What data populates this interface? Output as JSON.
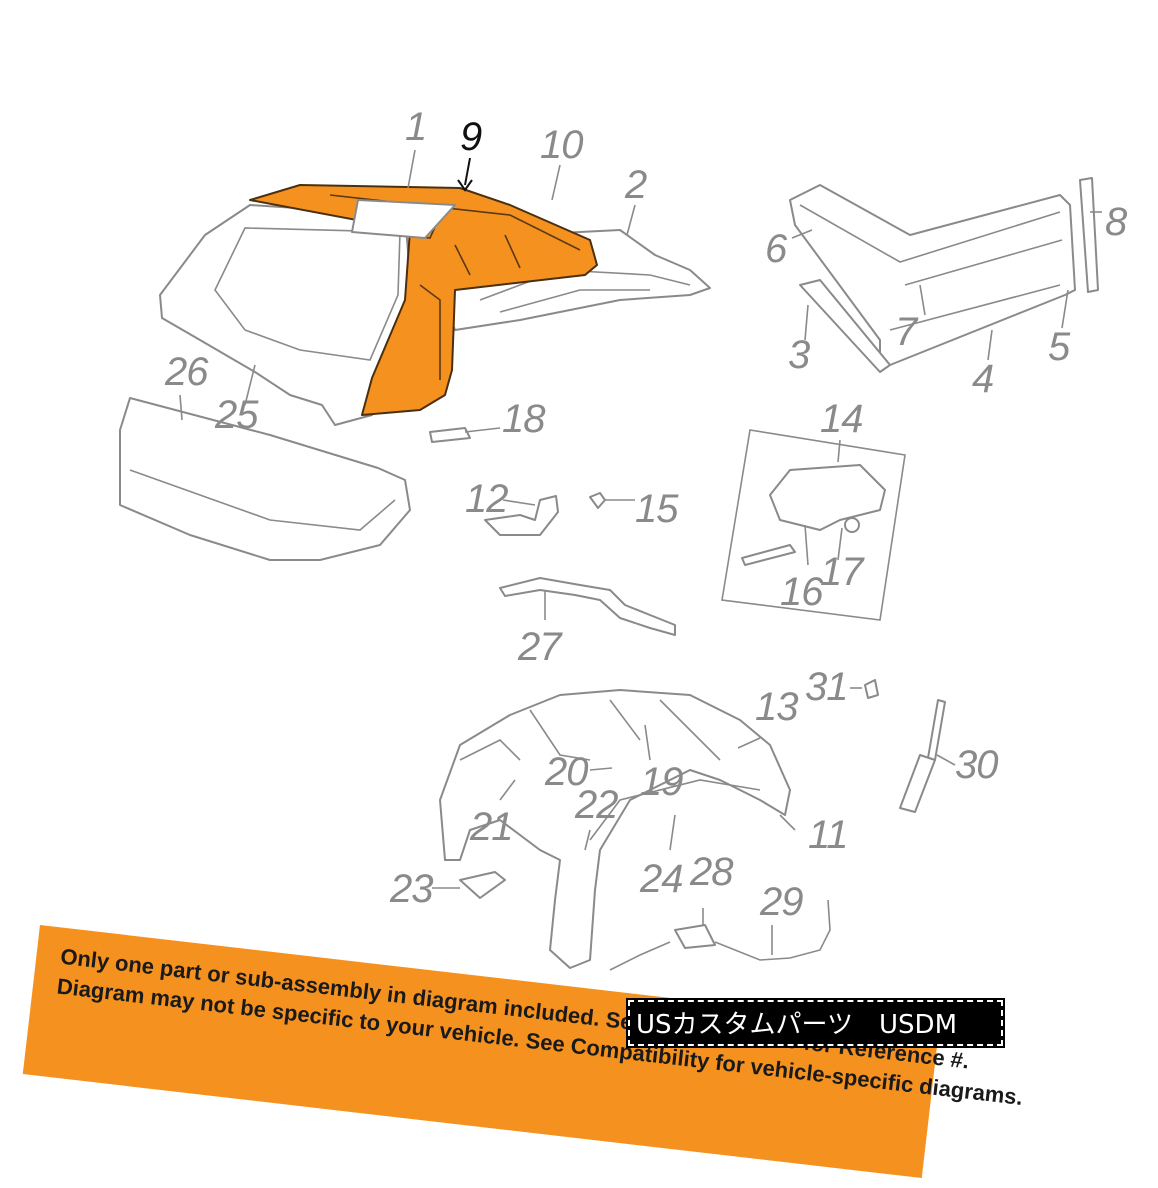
{
  "callouts": {
    "c1": "1",
    "c2": "2",
    "c3": "3",
    "c4": "4",
    "c5": "5",
    "c6": "6",
    "c7": "7",
    "c8": "8",
    "c9": "9",
    "c10": "10",
    "c11": "11",
    "c12": "12",
    "c13": "13",
    "c14": "14",
    "c15": "15",
    "c16": "16",
    "c17": "17",
    "c18": "18",
    "c19": "19",
    "c20": "20",
    "c21": "21",
    "c22": "22",
    "c23": "23",
    "c24": "24",
    "c25": "25",
    "c26": "26",
    "c27": "27",
    "c28": "28",
    "c29": "29",
    "c30": "30",
    "c31": "31"
  },
  "highlight_color": "#f5921f",
  "banner": {
    "line1": "Only one part or sub-assembly in diagram included. See Item Specifics for Reference #.",
    "line2": "Diagram may not be specific to your vehicle. See Compatibility for vehicle-specific diagrams."
  },
  "watermark": "USカスタムパーツ　USDM"
}
